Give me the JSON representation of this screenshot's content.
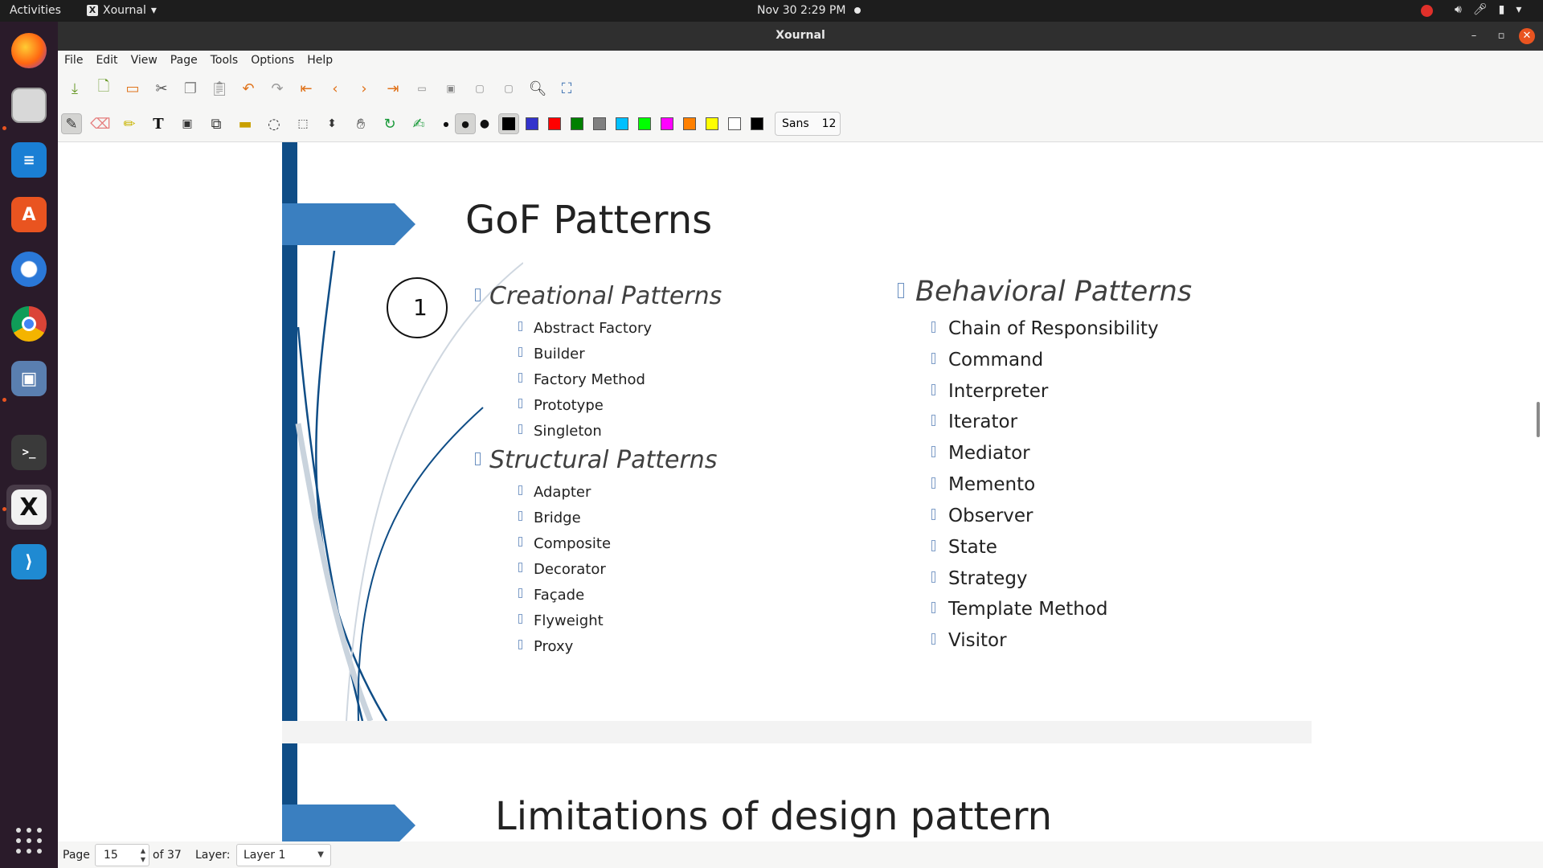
{
  "topbar": {
    "activities": "Activities",
    "app_name": "Xournal",
    "clock": "Nov 30  2:29 PM"
  },
  "window": {
    "title": "Xournal"
  },
  "menu": [
    "File",
    "Edit",
    "View",
    "Page",
    "Tools",
    "Options",
    "Help"
  ],
  "toolbar": {
    "font_name": "Sans",
    "font_size": "12",
    "colors": [
      "#000000",
      "#3333cc",
      "#ff0000",
      "#008000",
      "#808080",
      "#00c0ff",
      "#00ff00",
      "#ff00ff",
      "#ff8000",
      "#ffff00",
      "#ffffff"
    ],
    "current_color": "#000000"
  },
  "page1": {
    "title": "GoF Patterns",
    "creational": {
      "title": "Creational Patterns",
      "items": [
        "Abstract Factory",
        "Builder",
        "Factory Method",
        "Prototype",
        "Singleton"
      ]
    },
    "structural": {
      "title": "Structural Patterns",
      "items": [
        "Adapter",
        "Bridge",
        "Composite",
        "Decorator",
        "Façade",
        "Flyweight",
        "Proxy"
      ]
    },
    "behavioral": {
      "title": "Behavioral Patterns",
      "items": [
        "Chain of Responsibility",
        "Command",
        "Interpreter",
        "Iterator",
        "Mediator",
        "Memento",
        "Observer",
        "State",
        "Strategy",
        "Template Method",
        "Visitor"
      ]
    },
    "handwritten_annotation": "1"
  },
  "page2": {
    "title": "Limitations of design pattern"
  },
  "status": {
    "page_label": "Page",
    "page_value": "15",
    "page_total": "of 37",
    "layer_label": "Layer:",
    "layer_value": "Layer 1"
  },
  "accent": {
    "slide_blue": "#0f4d86",
    "arrow_blue": "#3a7fc0",
    "ubuntu_orange": "#e95420"
  }
}
